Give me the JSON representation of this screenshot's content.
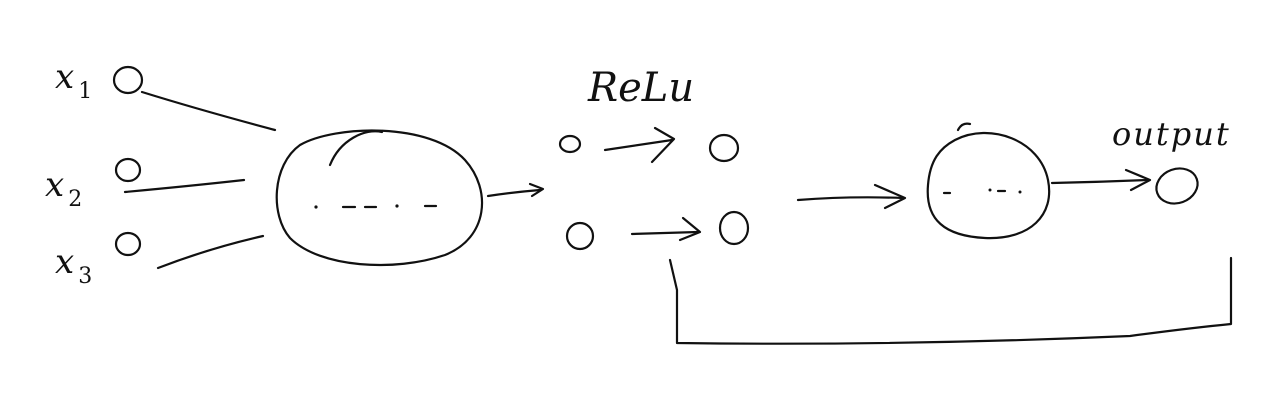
{
  "inputs": [
    {
      "label": "x",
      "sub": "1"
    },
    {
      "label": "x",
      "sub": "2"
    },
    {
      "label": "x",
      "sub": "3"
    }
  ],
  "activation": "ReLu",
  "output_label": "output",
  "colors": {
    "ink": "#111111",
    "background": "#ffffff"
  }
}
